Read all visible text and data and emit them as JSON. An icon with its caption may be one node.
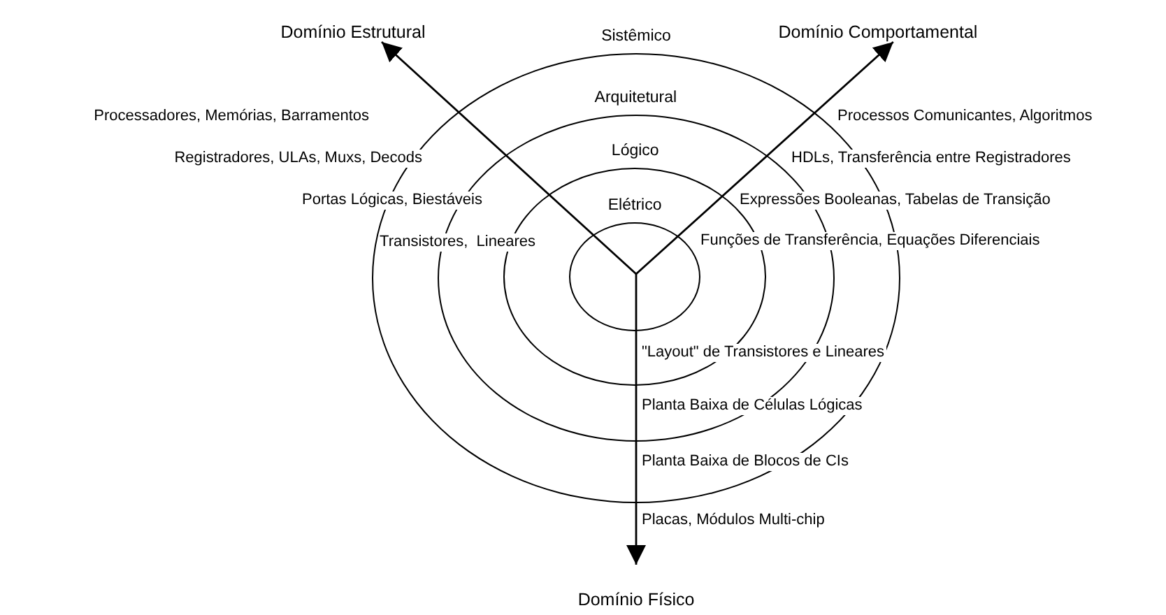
{
  "diagram": {
    "nodes": [
      {
        "text": [
          "Domínio Estrutural"
        ]
      },
      {
        "text": [
          "Domínio Comportamental"
        ]
      },
      {
        "text": [
          "Sistêmico"
        ]
      },
      {
        "text": [
          "Arquitetural"
        ],
        "in": 2
      },
      {
        "text": [
          "Lógico"
        ],
        "in": 3
      },
      {
        "text": [
          "Elétrico"
        ],
        "in": 4
      },
      {
        "text": [
          "Domínio Físico"
        ]
      }
    ],
    "edges": [
      {
        "from": 5,
        "to": 0,
        "arrow": "to"
      },
      {
        "from": 5,
        "to": 1,
        "arrow": "to"
      },
      {
        "from": 5,
        "to": 6,
        "arrow": "to"
      }
    ],
    "labels": [
      "Processadores, Memórias, Barramentos",
      "Processos Comunicantes, Algoritmos",
      "Registradores, ULAs, Muxs, Decods",
      "HDLs, Transferência entre Registradores",
      "Portas Lógicas, Biestáveis",
      "Expressões Booleanas, Tabelas de Transição",
      "Transistores,  Lineares",
      "Funções de Transferência, Equações Diferenciais",
      "\"Layout\" de Transistores e Lineares",
      "Planta Baixa de Células Lógicas",
      "Planta Baixa de Blocos de CIs",
      "Placas, Módulos Multi-chip"
    ]
  }
}
